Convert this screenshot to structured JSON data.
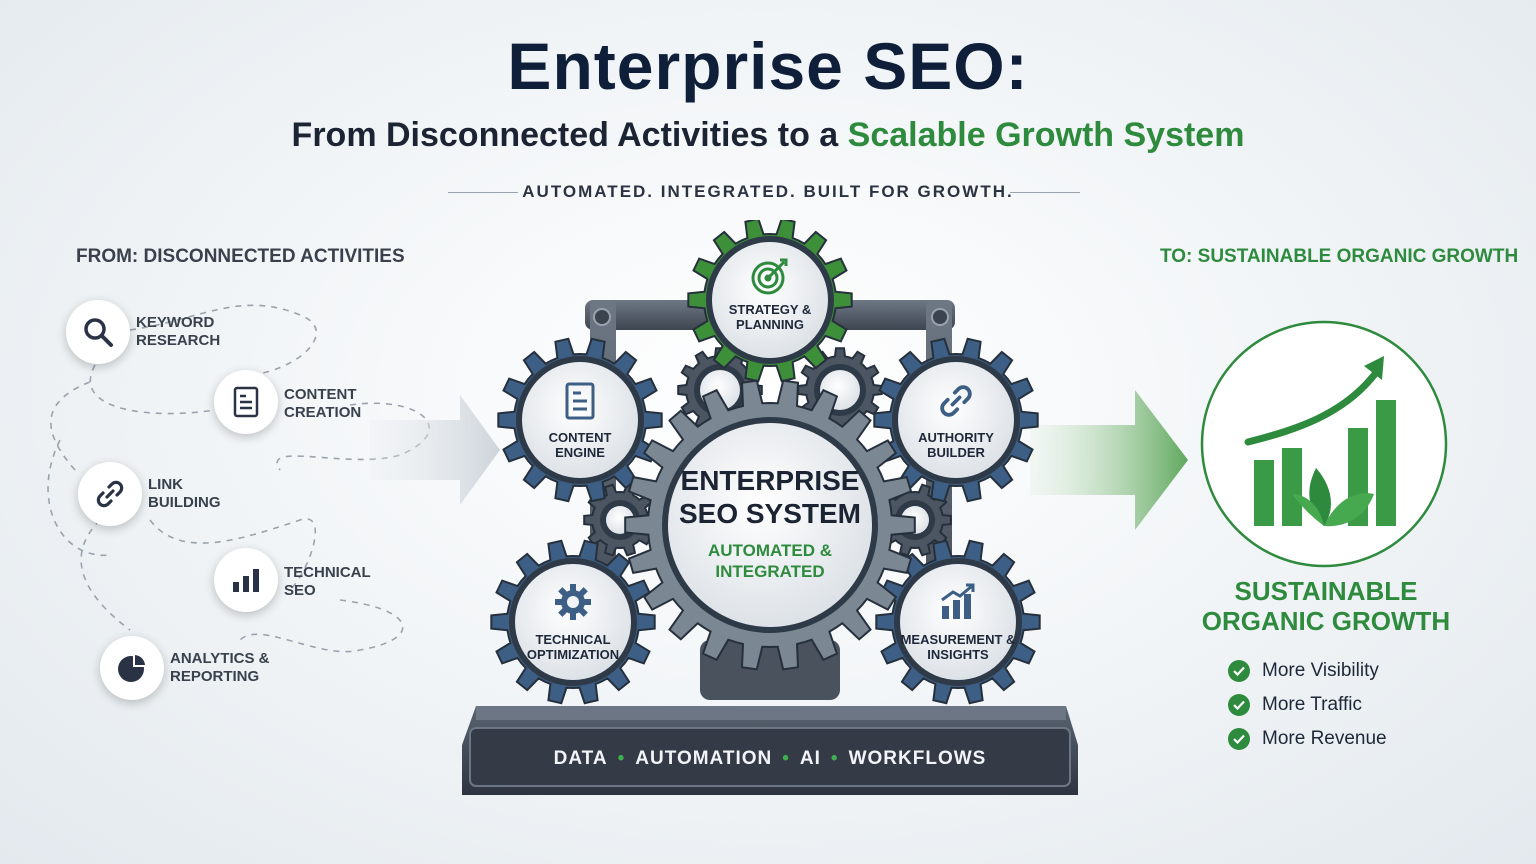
{
  "header": {
    "title": "Enterprise SEO:",
    "subtitle_prefix": "From Disconnected Activities to a",
    "subtitle_highlight": "Scalable Growth System",
    "tagline": "AUTOMATED. INTEGRATED. BUILT FOR GROWTH."
  },
  "from_section": {
    "heading": "FROM: DISCONNECTED ACTIVITIES",
    "activities": [
      {
        "line1": "KEYWORD",
        "line2": "RESEARCH",
        "icon": "search-icon"
      },
      {
        "line1": "CONTENT",
        "line2": "CREATION",
        "icon": "document-icon"
      },
      {
        "line1": "LINK",
        "line2": "BUILDING",
        "icon": "link-icon"
      },
      {
        "line1": "TECHNICAL",
        "line2": "SEO",
        "icon": "bar-chart-icon"
      },
      {
        "line1": "ANALYTICS &",
        "line2": "REPORTING",
        "icon": "pie-chart-icon"
      }
    ]
  },
  "system": {
    "center_line1": "ENTERPRISE",
    "center_line2": "SEO SYSTEM",
    "center_sub1": "AUTOMATED &",
    "center_sub2": "INTEGRATED",
    "gears": {
      "strategy": {
        "line1": "STRATEGY &",
        "line2": "PLANNING",
        "icon": "target-icon"
      },
      "content": {
        "line1": "CONTENT",
        "line2": "ENGINE",
        "icon": "document-icon"
      },
      "authority": {
        "line1": "AUTHORITY",
        "line2": "BUILDER",
        "icon": "link-icon"
      },
      "technical": {
        "line1": "TECHNICAL",
        "line2": "OPTIMIZATION",
        "icon": "gear-icon"
      },
      "measurement": {
        "line1": "MEASUREMENT &",
        "line2": "INSIGHTS",
        "icon": "growth-chart-icon"
      }
    },
    "base_items": [
      "DATA",
      "AUTOMATION",
      "AI",
      "WORKFLOWS"
    ]
  },
  "to_section": {
    "heading": "TO: SUSTAINABLE ORGANIC GROWTH",
    "result_line1": "SUSTAINABLE",
    "result_line2": "ORGANIC GROWTH",
    "benefits": [
      "More Visibility",
      "More Traffic",
      "More Revenue"
    ]
  },
  "colors": {
    "navy": "#0f1f3a",
    "green": "#2e8b3e",
    "gear_blue": "#3d5f86",
    "gear_steel": "#7c8794",
    "gear_green": "#3d8f3a"
  }
}
